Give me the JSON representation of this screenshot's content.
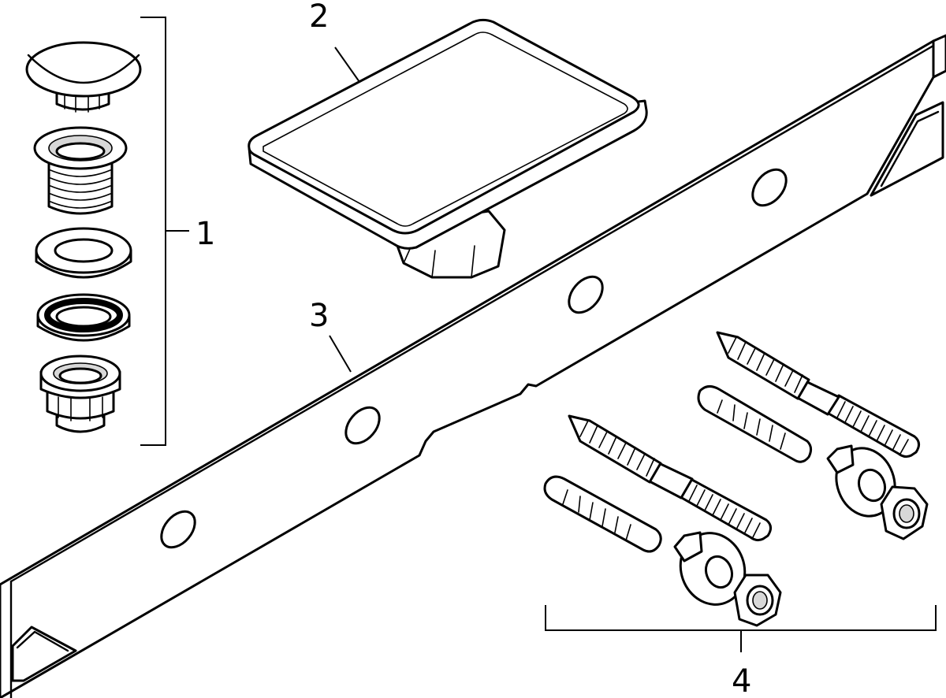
{
  "callouts": {
    "drain_set": "1",
    "cover_plate": "2",
    "mounting_rail": "3",
    "fixing_set": "4"
  }
}
